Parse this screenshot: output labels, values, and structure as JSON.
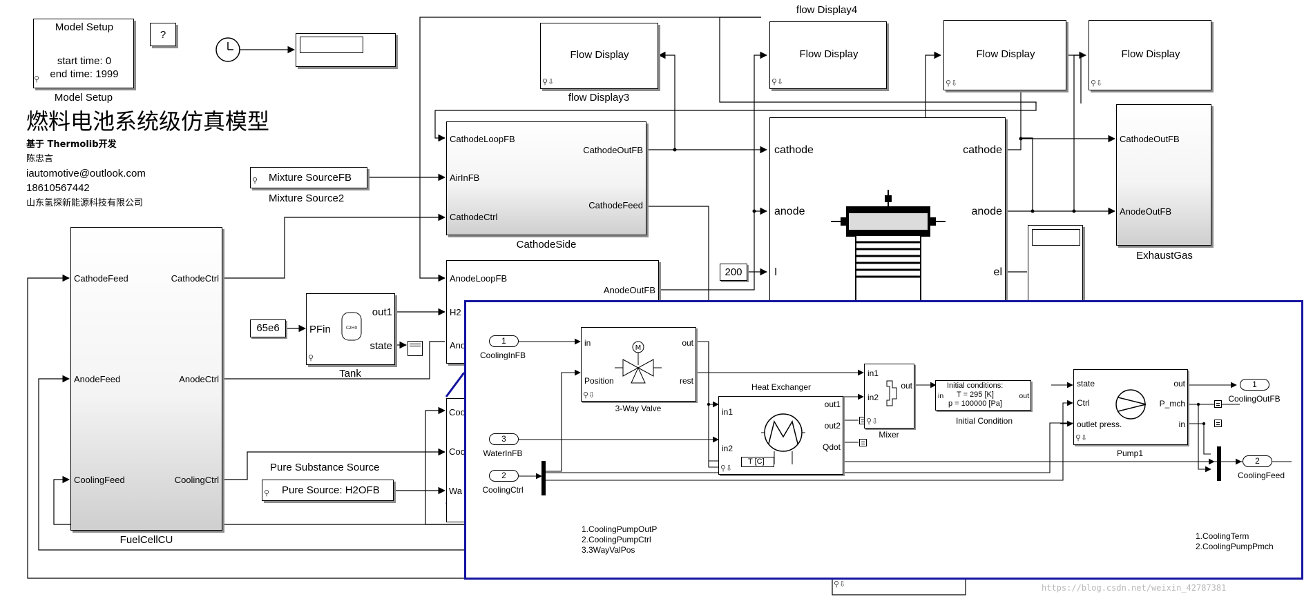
{
  "model_setup": {
    "title": "Model Setup",
    "start": "start time: 0",
    "end": "end time: 1999",
    "caption": "Model Setup"
  },
  "help_button": "?",
  "title_block": {
    "heading": "燃料电池系统级仿真模型",
    "line1": "基于 Thermolib开发",
    "author": "陈忠言",
    "email": "iautomotive@outlook.com",
    "phone": "18610567442",
    "company": "山东氢探新能源科技有限公司"
  },
  "mixture_source": {
    "label": "Mixture SourceFB",
    "caption": "Mixture Source2"
  },
  "flow_displays": [
    {
      "label": "Flow Display",
      "caption": "flow Display3"
    },
    {
      "label": "Flow Display",
      "caption": "flow Display4"
    },
    {
      "label": "Flow Display",
      "caption": ""
    },
    {
      "label": "Flow Display",
      "caption": ""
    }
  ],
  "cathode_side": {
    "caption": "CathodeSide",
    "ports_in": [
      "CathodeLoopFB",
      "AirInFB",
      "CathodeCtrl"
    ],
    "ports_out": [
      "CathodeOutFB",
      "CathodeFeed"
    ]
  },
  "anode_side": {
    "port_in": "AnodeLoopFB",
    "port_out": "AnodeOutFB",
    "partial_in": "H2",
    "partial_in2": "Ano"
  },
  "stack": {
    "in_cathode": "cathode",
    "in_anode": "anode",
    "in_I": "I",
    "out_cathode": "cathode",
    "out_anode": "anode",
    "out_el": "el"
  },
  "const_200": "200",
  "const_65e6": "65e6",
  "tank": {
    "caption": "Tank",
    "port_in": "PFin",
    "out1": "out1",
    "state": "state"
  },
  "exhaust": {
    "caption": "ExhaustGas",
    "ports_in": [
      "CathodeOutFB",
      "AnodeOutFB"
    ]
  },
  "fuelcell_cu": {
    "caption": "FuelCellCU",
    "ports_in": [
      "CathodeFeed",
      "AnodeFeed",
      "CoolingFeed"
    ],
    "ports_out": [
      "CathodeCtrl",
      "AnodeCtrl",
      "CoolingCtrl"
    ]
  },
  "pure_source": {
    "title": "Pure Substance Source",
    "label": "Pure Source: H2OFB"
  },
  "hidden_ports": [
    "Coo",
    "Coo",
    "Wa"
  ],
  "cooling_subsystem": {
    "inports": [
      {
        "num": "1",
        "name": "CoolingInFB"
      },
      {
        "num": "3",
        "name": "WaterInFB"
      },
      {
        "num": "2",
        "name": "CoolingCtrl"
      }
    ],
    "outports": [
      {
        "num": "1",
        "name": "CoolingOutFB"
      },
      {
        "num": "2",
        "name": "CoolingFeed"
      }
    ],
    "valve": {
      "caption": "3-Way Valve",
      "in": "in",
      "position": "Position",
      "out": "out",
      "rest": "rest",
      "symbol": "M"
    },
    "hx": {
      "title": "Heat Exchanger",
      "in1": "in1",
      "in2": "in2",
      "out1": "out1",
      "out2": "out2",
      "qdot": "Qdot"
    },
    "mixer": {
      "caption": "Mixer",
      "in1": "in1",
      "in2": "in2",
      "out": "out"
    },
    "init": {
      "caption": "Initial Condition",
      "line1": "Initial conditions:",
      "line2": "T = 295 [K]",
      "line3": "p = 100000 [Pa]",
      "in": "in",
      "out": "out"
    },
    "pump": {
      "caption": "Pump1",
      "state": "state",
      "ctrl": "Ctrl",
      "outlet": "outlet press.",
      "out": "out",
      "pmch": "P_mch",
      "in": "in"
    },
    "temp_tag": "T [C]",
    "demux_note": [
      "1.CoolingPumpOutP",
      "2.CoolingPumpCtrl",
      "3.3WayValPos"
    ],
    "mux_note": [
      "1.CoolingTerm",
      "2.CoolingPumpPmch"
    ]
  },
  "watermark": "https://blog.csdn.net/weixin_42787381"
}
